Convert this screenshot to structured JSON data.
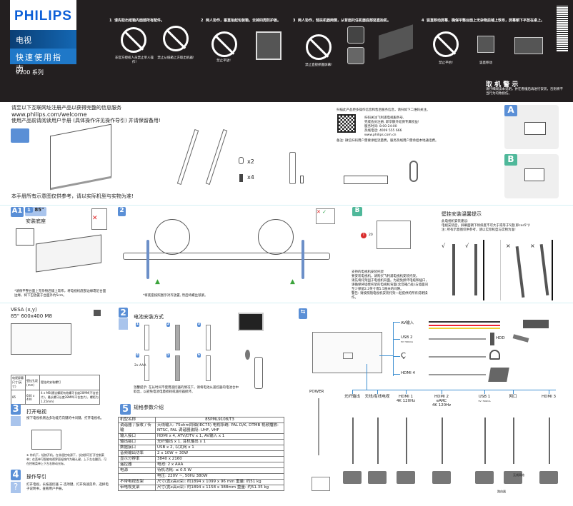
{
  "header": {
    "brand": "PHILIPS",
    "product": "电视",
    "guide_title": "快速使用指南",
    "series": "9100 系列",
    "steps": [
      {
        "num": "1",
        "text": "请先取出纸箱内面部所有配件。",
        "captions": [
          "非官方授权人员禁止单人操作!",
          "禁止从纸箱上方取出机器!"
        ]
      },
      {
        "num": "2",
        "text": "两人协作，垂直抬起包装箱，去掉四周防护板。",
        "captions": [
          "禁止平放!"
        ]
      },
      {
        "num": "3",
        "text": "两人协作，轻扶机器两侧，从背面托住机器底部竖直抬机。",
        "captions": [
          "禁止直接抓握屏幕!"
        ]
      },
      {
        "num": "4",
        "text": "竖直移动屏幕，确保平整台面上无杂物后铺上软布，屏幕朝下平放在桌上。",
        "captions": [
          "禁止平抬!",
          "竖直移动"
        ]
      }
    ],
    "warning_title": "取 机 警 示",
    "warning_text": "请仔细阅读本说明，并在看懂后再进行安装，否则将不当行为的致损伤。"
  },
  "intro": {
    "register": "请至以下互联网址注册产品以获得完整的信息服务",
    "url": "www.philips.com/welcome",
    "read_manual": "使用产品前请阅读用户手册 (具体操作详见操作导引) 并请保留备用!",
    "disclaimer": "本手册所有示意图仅供参考，请以实际机型与实物为准!",
    "qty_clip": "x2",
    "qty_screw": "x4"
  },
  "service": {
    "scan": "扫描此产品更多操作信息和售后服务信息，请扫如下二维码关注。",
    "lines": [
      "扫码关注飞利浦电视服务号,",
      "完成会员注册, 即享额外延保专属权益!",
      "服务时间: 8:00-24:00",
      "热线电话: 4009 555 666",
      "www.philips.com.cn"
    ],
    "note": "备注: 微信扫码用户需要承担流量费，服务热线用户需承担本地通话费。"
  },
  "options": {
    "a": "A",
    "b": "B"
  },
  "stand": {
    "badge": "A1",
    "step": "1",
    "size": "85\"",
    "title": "安装底座",
    "note": "*请保平整台面上无杂物后铺上软布，将电视机底部边缘靠近台面边缘，将下巴放置于台面外约5cm。",
    "step2": "2",
    "note2": "*将底座按照图示对齐放置, 然后将螺丝锁紧。"
  },
  "wall": {
    "badge": "B",
    "dim": "20",
    "title": "壁挂安装温馨提示",
    "line1": "此电视机安装建议:",
    "line2": "电视安装后，屏幕面朝下倾斜度不可大于或等于5度(即cos5°)!",
    "line3": "注: 所有示意图仅供参考，请以实际机型与实物为准!",
    "support": [
      "支持的电视机安装托架",
      "要安装电视机，请购买飞利浦电视机安装托架。",
      "请先将托架固于电视机背面。为避免损坏电缆和插口，请确保将墙壁托架的电视机背面(含音箱凸处)与墙面间至少保留2.2英寸或5.5厘米的间隙。",
      "警告: 请按照随电视机安装托架一起提供的所有说明操作。"
    ],
    "marks": [
      "√",
      "√",
      "×",
      "×"
    ]
  },
  "vesa": {
    "title": "VESA (x,y)",
    "spec": "85\" 600x400 M8",
    "headers": [
      "电视屏幕尺寸(英寸)",
      "壁挂孔距(mm)",
      "壁挂的安装螺钉"
    ],
    "row": [
      "85",
      "600 x 400",
      "4 x M8(建议螺距有效螺牙长度20MM(不含垫片)，最长螺牙长度28MM(不含垫片)，螺距为1.25mm)"
    ]
  },
  "battery": {
    "num": "2",
    "title": "电池安装方式",
    "sub": [
      "1",
      "2",
      "3",
      "4",
      "5",
      "6"
    ],
    "aaa": "2x AAA",
    "tip": "温馨提示: 在长时间不使用遥控器的情况下，请将电池从遥控器的电池仓中取出，以避免电池电量损耗或遥控器损坏。"
  },
  "power_on": {
    "num": "3",
    "title": "打开电视",
    "text": "按下电视机侧边多功能方向键的中间键，打开电视机。",
    "note": "① 待机下，轻按开机。在非遥控电源下，长按即可打开控制菜单；在菜单可智能电视界面轻按作为确认键，上下左右翻页，可在控制菜单上下左右移动光标。"
  },
  "guide": {
    "num": "4",
    "title": "操作导引",
    "text": "打开电视，长按遥控器 ☰ 选项键，打开快速菜单，选择电子说明书，查看用户手册。"
  },
  "specs": {
    "num": "5",
    "title": "规格参数介绍",
    "rows": [
      [
        "机型名称",
        "85PML9108/T3"
      ],
      [
        "调谐器 / 接收 / 传输",
        "天线输入: 75ohm同轴(IEC75) 电视系统: PAL D/K, DTMB 视频播放: NTSC, PAL 调谐器波段: UHF, VHF"
      ],
      [
        "输入接口",
        "HDMI x 4, ATV/DTV x 1, AV输入 x 1"
      ],
      [
        "输出接口",
        "光纤输出 x 1, 耳机输出 x 1"
      ],
      [
        "数据接口",
        "USB x 2, 以太网 x 1"
      ],
      [
        "音频输出功率",
        "2 x 10W + 30W"
      ],
      [
        "显示分辨率",
        "3840 x 2160"
      ],
      [
        "遥控器",
        "电池: 2 x AAA"
      ],
      [
        "电源",
        "待机功耗: ≤ 0.5 W"
      ],
      [
        "",
        "电压: 220V ~, 50Hz  380W"
      ],
      [
        "不带电视支架",
        "尺寸(宽x高x深): 约1894 x 1099 x 96 mm 重量: 约51 kg"
      ],
      [
        "带电视支架",
        "尺寸(宽x高x深): 约1894 x 1158 x 388mm 重量: 约51.35 kg"
      ]
    ]
  },
  "connections": {
    "side": [
      "AV输入",
      "USB 2",
      "",
      "HDMI 4"
    ],
    "usb2_sub": "5V⎓500mA",
    "hdd": "HDD",
    "power": "POWER",
    "bottom": [
      {
        "label": "光纤输出"
      },
      {
        "label": "天线/有线电视"
      },
      {
        "label": "HDMI 1",
        "sub": "4K 120Hz"
      },
      {
        "label": "HDMI 2",
        "sub": "eARC\n4K 120Hz"
      },
      {
        "label": "USB 1",
        "sub": "5V⎓500mA"
      },
      {
        "label": "网口"
      },
      {
        "label": "HDMI 3"
      }
    ],
    "router": "路由器",
    "wireless": "无线网络"
  },
  "colors": {
    "header_bg": "#231f20",
    "philips_blue": "#0b5ed7",
    "badge_blue": "#5a8fd6",
    "badge_green": "#4fb89a",
    "connector_line": "#3d8fd1"
  }
}
